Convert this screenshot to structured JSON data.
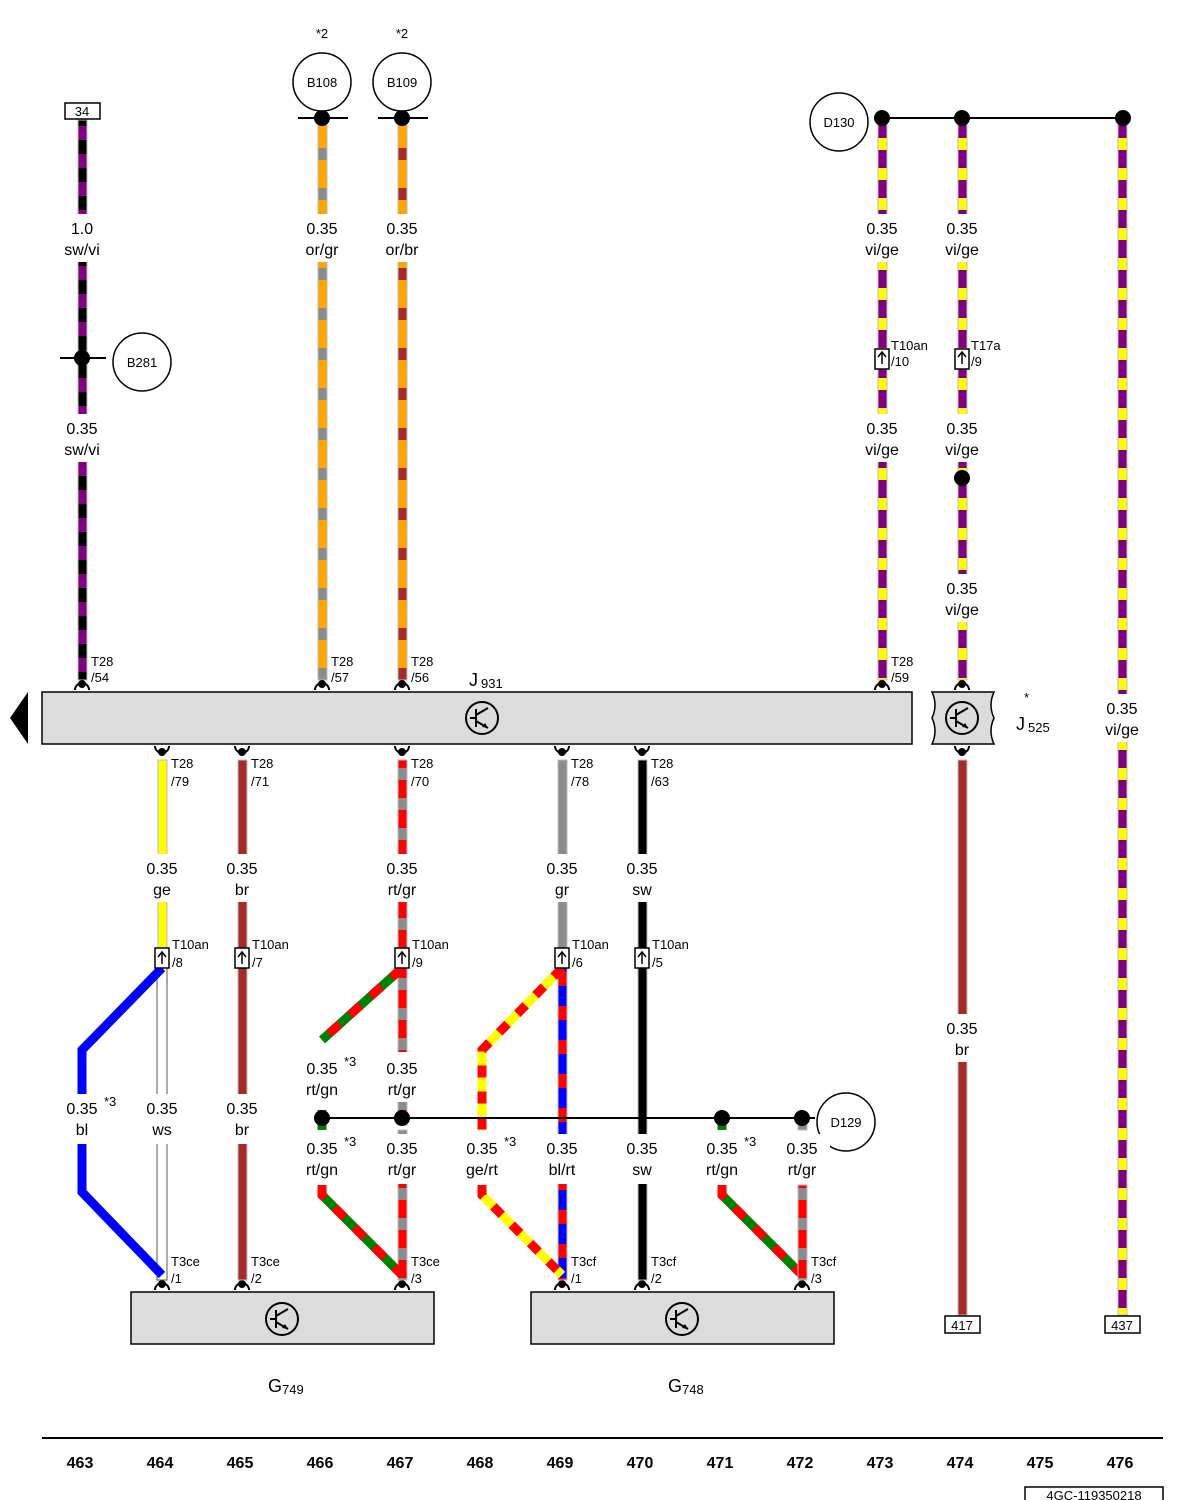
{
  "colors": {
    "sw": "#000000",
    "vi": "#800080",
    "or": "#ffa500",
    "gr": "#8c8c8c",
    "br": "#a52a2a",
    "ge": "#ffff00",
    "rt": "#ff0000",
    "bl": "#0000ff",
    "gn": "#008000",
    "ws": "#ffffff",
    "box": "#dcdcdc"
  },
  "footnotes": {
    "n2": "*2",
    "n3": "*3",
    "star": "*"
  },
  "components": {
    "J931": {
      "letter": "J",
      "number": "931"
    },
    "J525": {
      "letter": "J",
      "number": "525"
    },
    "G749": {
      "letter": "G",
      "number": "749"
    },
    "G748": {
      "letter": "G",
      "number": "748"
    }
  },
  "ground_points": [
    "B108",
    "B109",
    "B281",
    "D130",
    "D129"
  ],
  "refs": {
    "top_left": "34",
    "br_bottom": "417",
    "vi_bottom": "437"
  },
  "connectors": {
    "T28_54": [
      "T28",
      "/54"
    ],
    "T28_57": [
      "T28",
      "/57"
    ],
    "T28_56": [
      "T28",
      "/56"
    ],
    "T28_59": [
      "T28",
      "/59"
    ],
    "T28_79": [
      "T28",
      "/79"
    ],
    "T28_71": [
      "T28",
      "/71"
    ],
    "T28_70": [
      "T28",
      "/70"
    ],
    "T28_78": [
      "T28",
      "/78"
    ],
    "T28_63": [
      "T28",
      "/63"
    ],
    "T10an_10": [
      "T10an",
      "/10"
    ],
    "T17a_9": [
      "T17a",
      "/9"
    ],
    "T10an_8": [
      "T10an",
      "/8"
    ],
    "T10an_7": [
      "T10an",
      "/7"
    ],
    "T10an_9": [
      "T10an",
      "/9"
    ],
    "T10an_6": [
      "T10an",
      "/6"
    ],
    "T10an_5": [
      "T10an",
      "/5"
    ],
    "T3ce_1": [
      "T3ce",
      "/1"
    ],
    "T3ce_2": [
      "T3ce",
      "/2"
    ],
    "T3ce_3": [
      "T3ce",
      "/3"
    ],
    "T3cf_1": [
      "T3cf",
      "/1"
    ],
    "T3cf_2": [
      "T3cf",
      "/2"
    ],
    "T3cf_3": [
      "T3cf",
      "/3"
    ]
  },
  "wire_labels": {
    "w463a": [
      "1.0",
      "sw/vi"
    ],
    "w463b": [
      "0.35",
      "sw/vi"
    ],
    "w466a": [
      "0.35",
      "or/gr"
    ],
    "w467a": [
      "0.35",
      "or/br"
    ],
    "w473a": [
      "0.35",
      "vi/ge"
    ],
    "w473b": [
      "0.35",
      "vi/ge"
    ],
    "w474a": [
      "0.35",
      "vi/ge"
    ],
    "w474b": [
      "0.35",
      "vi/ge"
    ],
    "w474c": [
      "0.35",
      "vi/ge"
    ],
    "w476": [
      "0.35",
      "vi/ge"
    ],
    "w474br": [
      "0.35",
      "br"
    ],
    "w464a": [
      "0.35",
      "ge"
    ],
    "w465a": [
      "0.35",
      "br"
    ],
    "w467b": [
      "0.35",
      "rt/gr"
    ],
    "w469a": [
      "0.35",
      "gr"
    ],
    "w470a": [
      "0.35",
      "sw"
    ],
    "w466c": [
      "0.35",
      "rt/gn"
    ],
    "w467c": [
      "0.35",
      "rt/gr"
    ],
    "w463c": [
      "0.35",
      "bl"
    ],
    "w464c": [
      "0.35",
      "ws"
    ],
    "w465c": [
      "0.35",
      "br"
    ],
    "w466d": [
      "0.35",
      "rt/gn"
    ],
    "w467d": [
      "0.35",
      "rt/gr"
    ],
    "w468d": [
      "0.35",
      "ge/rt"
    ],
    "w469d": [
      "0.35",
      "bl/rt"
    ],
    "w470d": [
      "0.35",
      "sw"
    ],
    "w471d": [
      "0.35",
      "rt/gn"
    ],
    "w472d": [
      "0.35",
      "rt/gr"
    ]
  },
  "columns": [
    "463",
    "464",
    "465",
    "466",
    "467",
    "468",
    "469",
    "470",
    "471",
    "472",
    "473",
    "474",
    "475",
    "476"
  ],
  "doc_number": "4GC-119350218"
}
